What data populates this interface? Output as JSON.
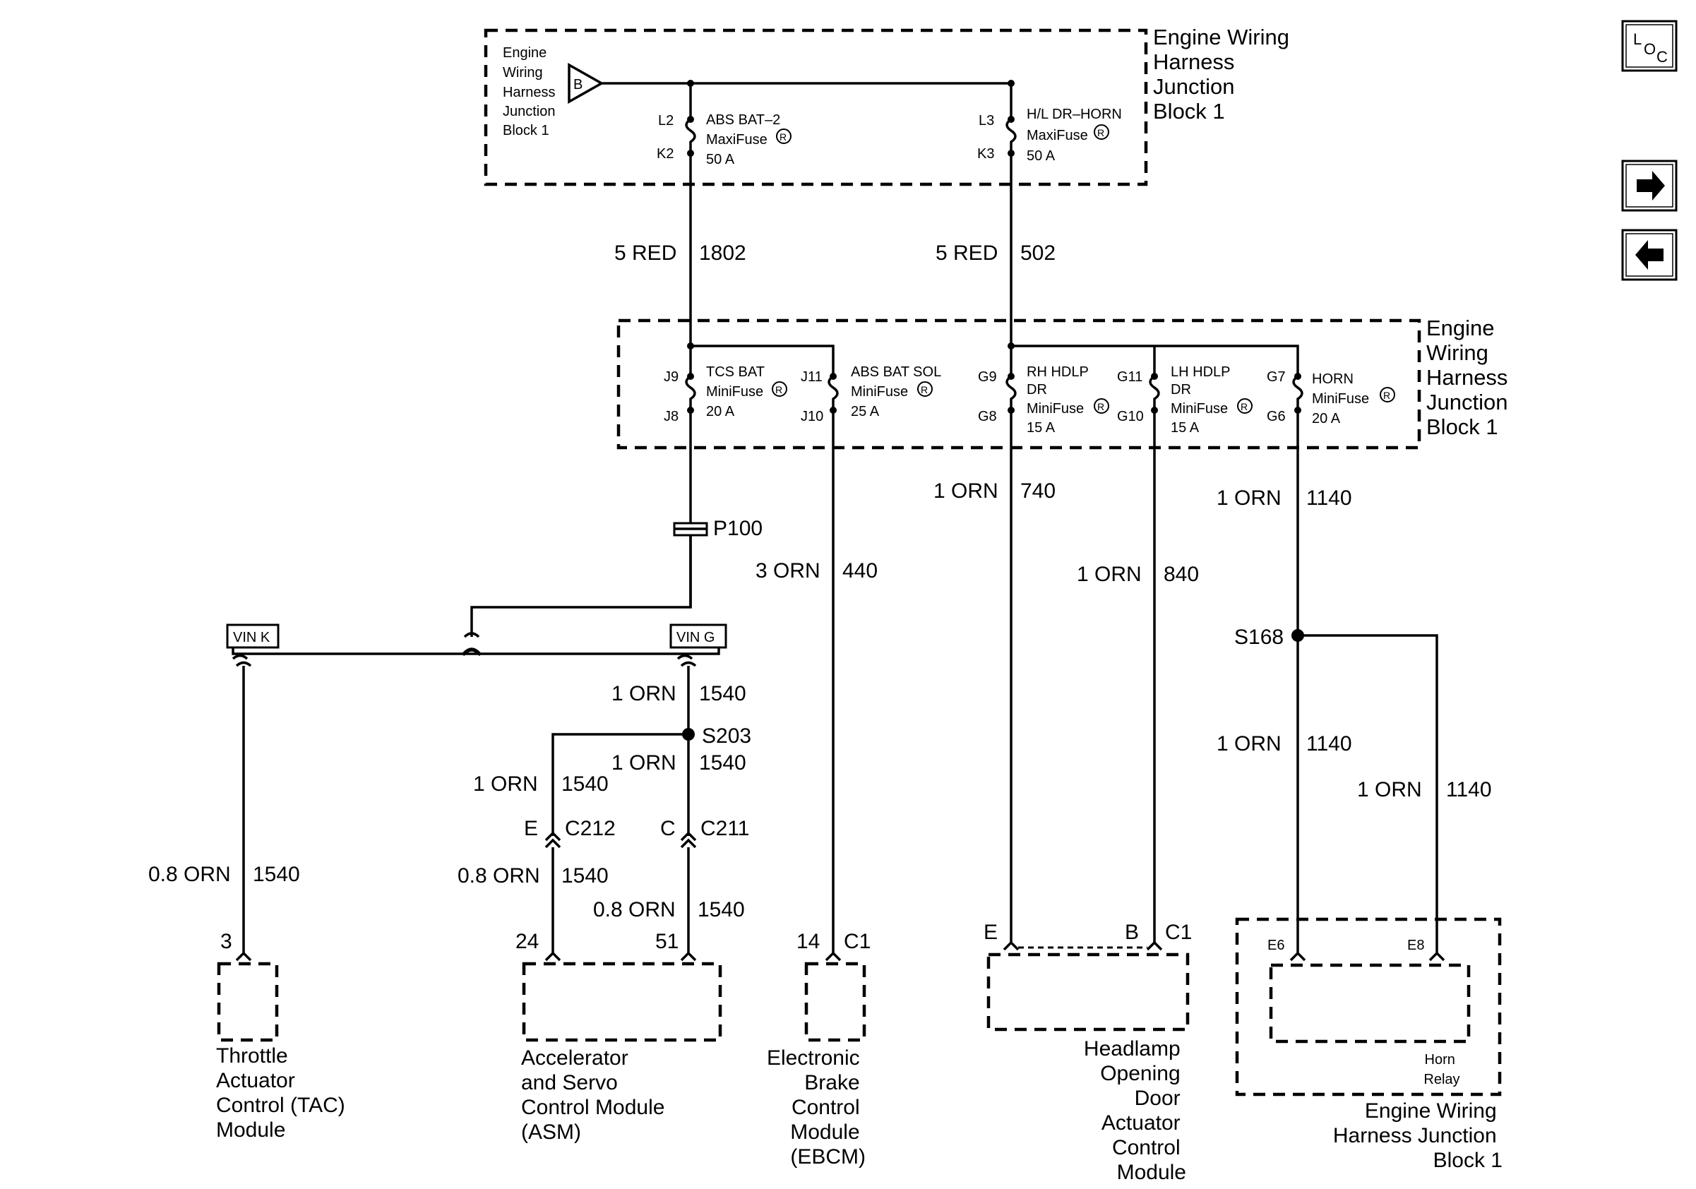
{
  "nav": {
    "loc_letters": [
      "L",
      "O",
      "C"
    ],
    "forward_glyph": "➡",
    "back_glyph": "⬅"
  },
  "blocks": {
    "top_inner_label": [
      "Engine",
      "Wiring",
      "Harness",
      "Junction",
      "Block 1"
    ],
    "top_outer_label": [
      "Engine Wiring",
      "Harness",
      "Junction",
      "Block 1"
    ],
    "mid_outer_label": [
      "Engine",
      "Wiring",
      "Harness",
      "Junction",
      "Block 1"
    ],
    "horn_block_label": [
      "Engine Wiring",
      "Harness Junction",
      "Block 1"
    ]
  },
  "source_terminal": "B",
  "maxifuses": [
    {
      "in": "L2",
      "out": "K2",
      "lines": [
        "ABS BAT–2",
        "MaxiFuse",
        "50 A"
      ]
    },
    {
      "in": "L3",
      "out": "K3",
      "lines": [
        "H/L DR–HORN",
        "MaxiFuse",
        "50 A"
      ]
    }
  ],
  "minifuses": [
    {
      "in": "J9",
      "out": "J8",
      "lines": [
        "TCS BAT",
        "MiniFuse",
        "20 A"
      ]
    },
    {
      "in": "J11",
      "out": "J10",
      "lines": [
        "ABS BAT SOL",
        "MiniFuse",
        "25 A"
      ]
    },
    {
      "in": "G9",
      "out": "G8",
      "lines": [
        "RH HDLP",
        "DR",
        "MiniFuse",
        "15 A"
      ]
    },
    {
      "in": "G11",
      "out": "G10",
      "lines": [
        "LH HDLP",
        "DR",
        "MiniFuse",
        "15 A"
      ]
    },
    {
      "in": "G7",
      "out": "G6",
      "lines": [
        "HORN",
        "MiniFuse",
        "20 A"
      ]
    }
  ],
  "registered": "R",
  "wires": [
    {
      "size_color": "5 RED",
      "circuit": "1802"
    },
    {
      "size_color": "5 RED",
      "circuit": "502"
    },
    {
      "size_color": "3 ORN",
      "circuit": "440"
    },
    {
      "size_color": "1 ORN",
      "circuit": "740"
    },
    {
      "size_color": "1 ORN",
      "circuit": "840"
    },
    {
      "size_color": "1 ORN",
      "circuit": "1140"
    },
    {
      "size_color": "1 ORN",
      "circuit": "1540"
    },
    {
      "size_color": "1 ORN",
      "circuit": "1540"
    },
    {
      "size_color": "1 ORN",
      "circuit": "1540"
    },
    {
      "size_color": "1 ORN",
      "circuit": "1140"
    },
    {
      "size_color": "1 ORN",
      "circuit": "1140"
    },
    {
      "size_color": "0.8 ORN",
      "circuit": "1540"
    },
    {
      "size_color": "0.8 ORN",
      "circuit": "1540"
    },
    {
      "size_color": "0.8 ORN",
      "circuit": "1540"
    }
  ],
  "connectors": {
    "p100": "P100",
    "vin_k": "VIN K",
    "vin_g": "VIN G",
    "s203": "S203",
    "s168": "S168",
    "c212": {
      "pin": "E",
      "name": "C212"
    },
    "c211": {
      "pin": "C",
      "name": "C211"
    }
  },
  "pins": {
    "tac": "3",
    "asm_a": "24",
    "asm_b": "51",
    "ebcm_pin": "14",
    "ebcm_conn": "C1",
    "hdlp_e": "E",
    "hdlp_b": "B",
    "hdlp_conn": "C1",
    "relay_e6": "E6",
    "relay_e8": "E8"
  },
  "components": {
    "tac": [
      "Throttle",
      "Actuator",
      "Control (TAC)",
      "Module"
    ],
    "asm": [
      "Accelerator",
      "and Servo",
      "Control Module",
      "(ASM)"
    ],
    "ebcm": [
      "Electronic",
      "Brake",
      "Control",
      "Module",
      "(EBCM)"
    ],
    "hdlp": [
      "Headlamp",
      "Opening",
      "Door",
      "Actuator",
      "Control",
      "Module"
    ],
    "horn_relay": [
      "Horn",
      "Relay"
    ]
  }
}
